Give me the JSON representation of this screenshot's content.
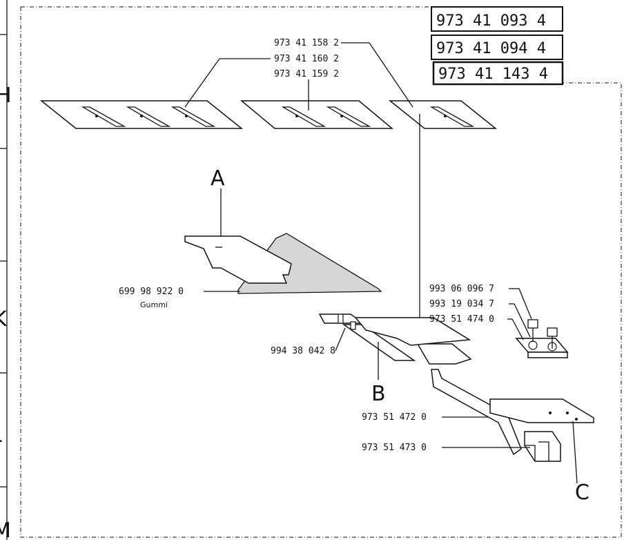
{
  "side_tabs": [
    "H",
    "K",
    "L",
    "M"
  ],
  "header_boxes": [
    "973 41 093 4",
    "973 41 094 4",
    "973 41 143 4"
  ],
  "ref_letters": {
    "a": "A",
    "b": "B",
    "c": "C"
  },
  "parts": {
    "blade_1582": "973 41 158 2",
    "blade_1602": "973 41 160 2",
    "blade_1592": "973 41 159 2",
    "rubber": "699 98 922 0",
    "rubber_note": "Gummi",
    "screw": "993 06 096 7",
    "washer": "993 19 034 7",
    "clamp": "973 51 474 0",
    "pin": "994 38 042 8",
    "guide": "973 51 472 0",
    "block": "973 51 473 0"
  }
}
